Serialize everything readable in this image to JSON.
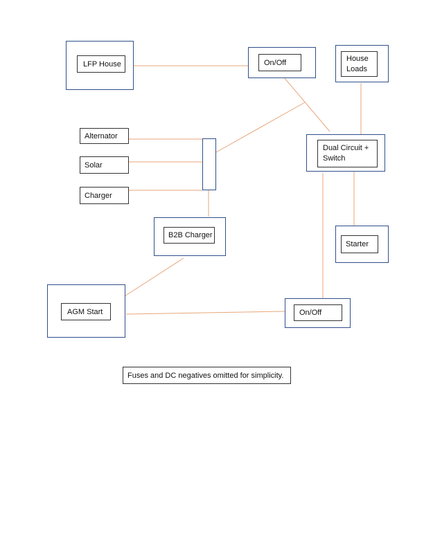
{
  "components": {
    "lfp_house": "LFP House",
    "on_off_top": "On/Off",
    "house_loads": "House\nLoads",
    "alternator": "Alternator",
    "solar": "Solar",
    "charger": "Charger",
    "dual_circuit": "Dual Circuit +\nSwitch",
    "b2b_charger": "B2B Charger",
    "starter": "Starter",
    "agm_start": "AGM Start",
    "on_off_bottom": "On/Off"
  },
  "note": "Fuses and DC negatives omitted for simplicity.",
  "colors": {
    "wire": "#e8a67a",
    "box_outline": "#2f4f8a"
  }
}
